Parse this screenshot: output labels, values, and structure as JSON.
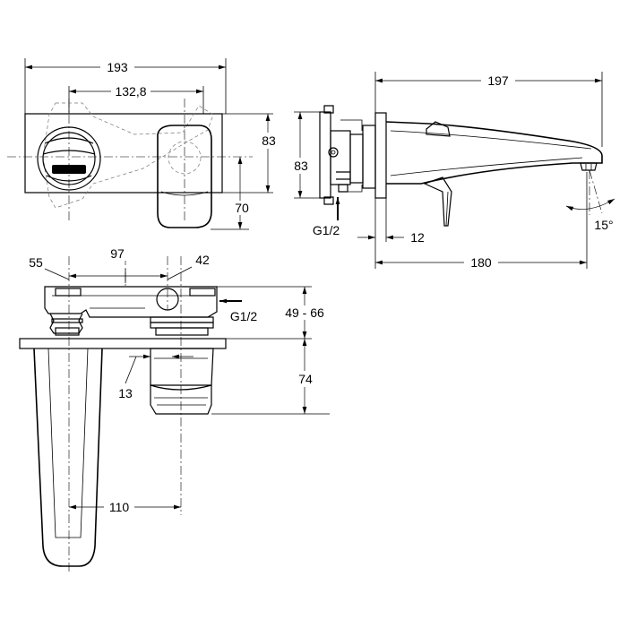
{
  "dimensions": {
    "front_width": "193",
    "front_inner": "132,8",
    "front_height": "83",
    "front_lever_height": "70",
    "side_height": "83",
    "thread_label_side": "G1/2",
    "side_gap": "12",
    "spout_length_total": "197",
    "spout_length_wall": "180",
    "spout_angle": "15°",
    "top_left_offset": "55",
    "top_center_spacing": "97",
    "top_right_offset": "42",
    "thread_label_top": "G1/2",
    "wall_depth_range": "49 - 66",
    "body_offset": "13",
    "body_depth": "74",
    "spout_projection": "110"
  }
}
